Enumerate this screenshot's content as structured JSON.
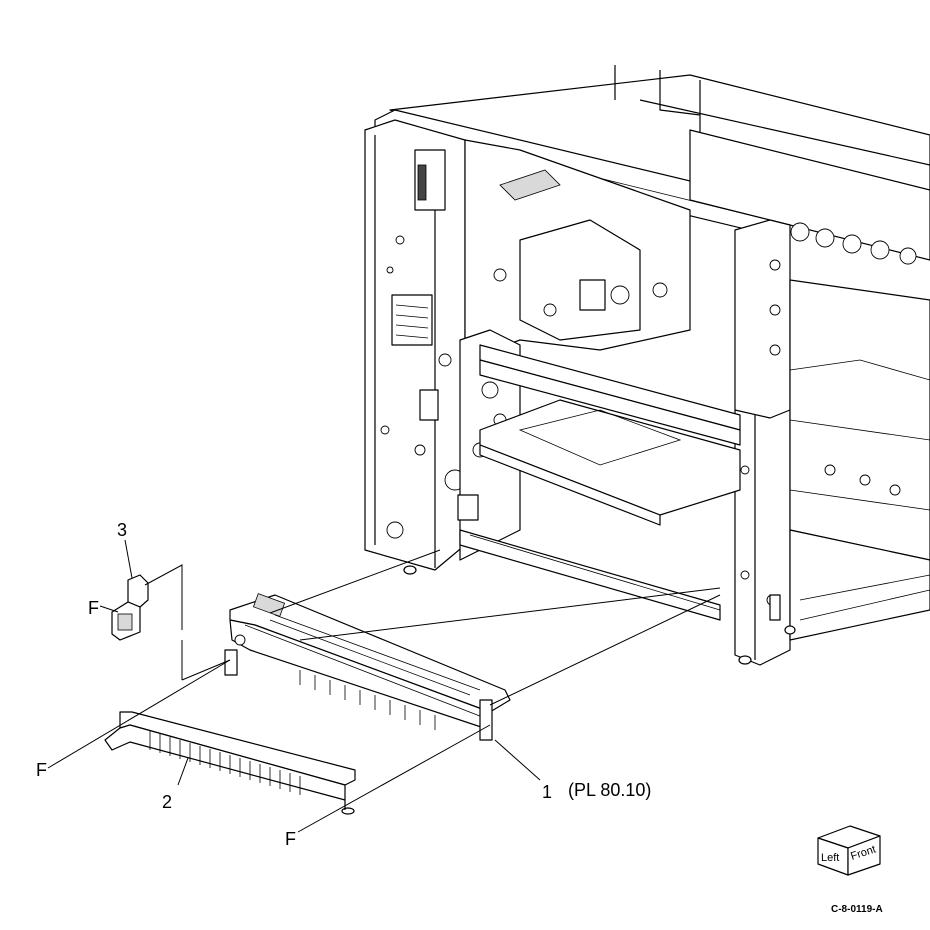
{
  "callouts": {
    "item_1": "1",
    "item_1_ref": "(PL 80.10)",
    "item_2": "2",
    "item_3": "3",
    "fastener_f": "F"
  },
  "orientation_cube": {
    "left_face": "Left",
    "front_face": "Front"
  },
  "figure_id": "C-8-0119-A"
}
